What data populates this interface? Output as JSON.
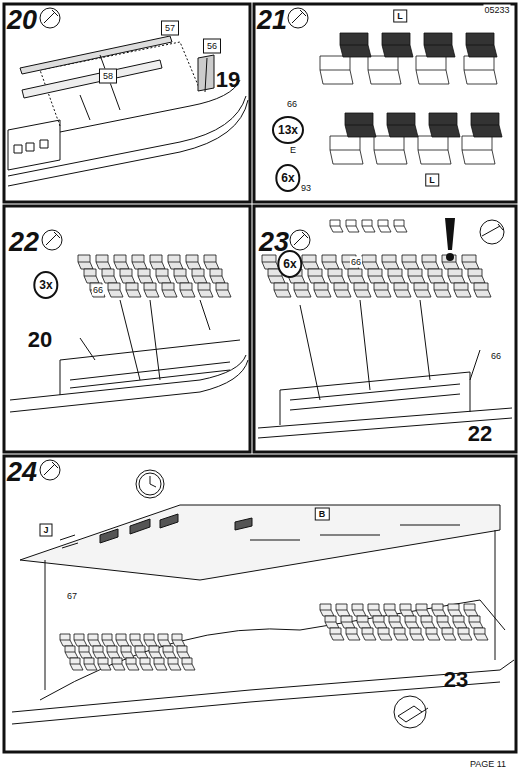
{
  "diagram": {
    "labels": [
      "05233",
      "20",
      "57",
      "56",
      "58",
      "19",
      "21",
      "L",
      "66",
      "13x",
      "E",
      "6x",
      "L",
      "93",
      "22",
      "3x",
      "66",
      "20",
      "23",
      "6x",
      "66",
      "66",
      "22",
      "24",
      "B",
      "J",
      "67",
      "23",
      "PAGE 11"
    ]
  }
}
